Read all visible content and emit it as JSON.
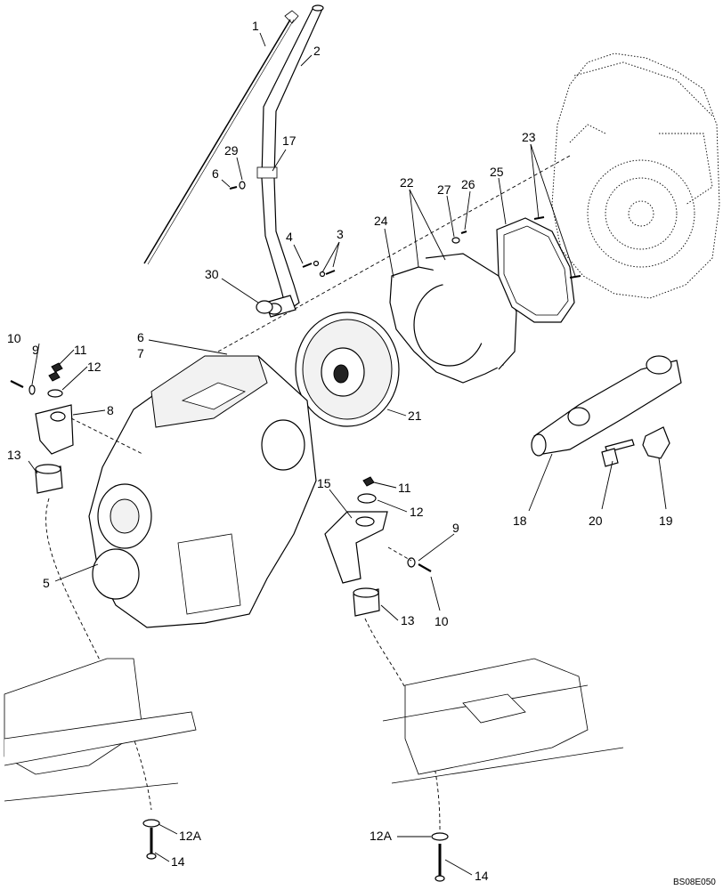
{
  "diagram": {
    "reference_code": "BS08E050",
    "callouts": [
      {
        "id": "1",
        "text": "1"
      },
      {
        "id": "2",
        "text": "2"
      },
      {
        "id": "17",
        "text": "17"
      },
      {
        "id": "29",
        "text": "29"
      },
      {
        "id": "6a",
        "text": "6"
      },
      {
        "id": "4",
        "text": "4"
      },
      {
        "id": "3",
        "text": "3"
      },
      {
        "id": "30",
        "text": "30"
      },
      {
        "id": "22",
        "text": "22"
      },
      {
        "id": "27",
        "text": "27"
      },
      {
        "id": "26",
        "text": "26"
      },
      {
        "id": "25",
        "text": "25"
      },
      {
        "id": "24",
        "text": "24"
      },
      {
        "id": "23",
        "text": "23"
      },
      {
        "id": "6b",
        "text": "6"
      },
      {
        "id": "7",
        "text": "7"
      },
      {
        "id": "10a",
        "text": "10"
      },
      {
        "id": "9a",
        "text": "9"
      },
      {
        "id": "11a",
        "text": "11"
      },
      {
        "id": "12a",
        "text": "12"
      },
      {
        "id": "8",
        "text": "8"
      },
      {
        "id": "13a",
        "text": "13"
      },
      {
        "id": "21",
        "text": "21"
      },
      {
        "id": "5",
        "text": "5"
      },
      {
        "id": "15",
        "text": "15"
      },
      {
        "id": "11b",
        "text": "11"
      },
      {
        "id": "12b",
        "text": "12"
      },
      {
        "id": "9b",
        "text": "9"
      },
      {
        "id": "10b",
        "text": "10"
      },
      {
        "id": "13b",
        "text": "13"
      },
      {
        "id": "18",
        "text": "18"
      },
      {
        "id": "20",
        "text": "20"
      },
      {
        "id": "19",
        "text": "19"
      },
      {
        "id": "12A-a",
        "text": "12A"
      },
      {
        "id": "14a",
        "text": "14"
      },
      {
        "id": "12A-b",
        "text": "12A"
      },
      {
        "id": "14b",
        "text": "14"
      }
    ]
  }
}
